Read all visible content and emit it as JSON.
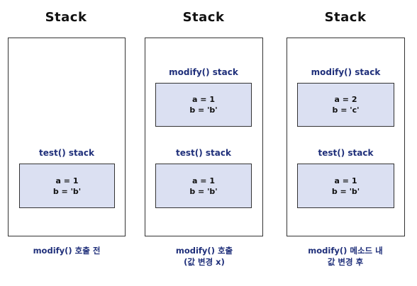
{
  "colors": {
    "label_blue": "#1f2f7a",
    "frame_fill": "#dbe0f2",
    "border": "#333333"
  },
  "stages": [
    {
      "title": "Stack",
      "frames": [
        {
          "label": "test() stack",
          "vars": [
            "a = 1",
            "b = 'b'"
          ]
        }
      ],
      "caption": [
        "modify() 호출 전"
      ]
    },
    {
      "title": "Stack",
      "frames": [
        {
          "label": "modify() stack",
          "vars": [
            "a = 1",
            "b = 'b'"
          ]
        },
        {
          "label": "test() stack",
          "vars": [
            "a = 1",
            "b = 'b'"
          ]
        }
      ],
      "caption": [
        "modify() 호출",
        "(값 변경 x)"
      ]
    },
    {
      "title": "Stack",
      "frames": [
        {
          "label": "modify() stack",
          "vars": [
            "a = 2",
            "b = 'c'"
          ]
        },
        {
          "label": "test() stack",
          "vars": [
            "a = 1",
            "b = 'b'"
          ]
        }
      ],
      "caption": [
        "modify() 메소드 내",
        "값 변경 후"
      ]
    }
  ]
}
